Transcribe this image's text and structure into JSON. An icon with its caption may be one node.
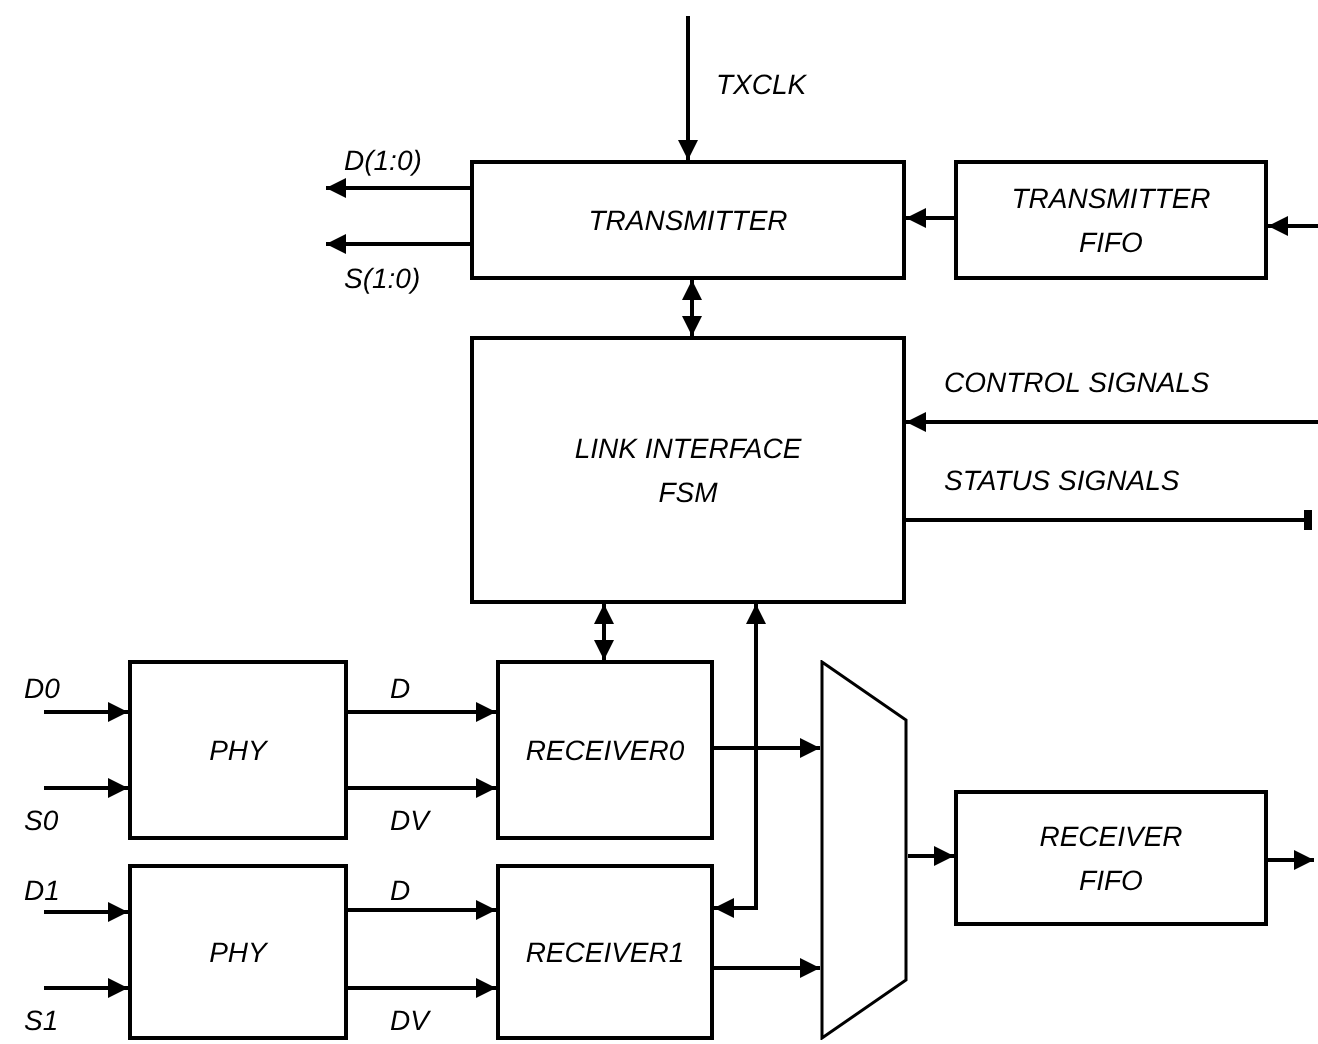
{
  "diagram": {
    "nodes": [
      {
        "text": [
          "TRANSMITTER"
        ]
      },
      {
        "text": [
          "TRANSMITTER FIFO"
        ]
      },
      {
        "text": [
          "LINK INTERFACE FSM"
        ]
      },
      {
        "text": [
          "PHY"
        ]
      },
      {
        "text": [
          "RECEIVER0"
        ]
      },
      {
        "text": [
          "PHY"
        ]
      },
      {
        "text": [
          "RECEIVER1"
        ]
      },
      {
        "text": [],
        "shape": "trapezoid"
      },
      {
        "text": [
          "RECEIVER FIFO"
        ]
      }
    ],
    "edges": [
      {
        "from": null,
        "to": 0,
        "arrow": "to",
        "label": "TXCLK"
      },
      {
        "from": 0,
        "to": null,
        "arrow": "to",
        "label": "D(1:0)"
      },
      {
        "from": 0,
        "to": null,
        "arrow": "to",
        "label": "S(1:0)"
      },
      {
        "from": 1,
        "to": 0,
        "arrow": "to"
      },
      {
        "from": null,
        "to": 1,
        "arrow": "to"
      },
      {
        "from": 0,
        "to": 2,
        "arrow": "both"
      },
      {
        "from": null,
        "to": 2,
        "arrow": "to",
        "label": "CONTROL SIGNALS"
      },
      {
        "from": 2,
        "to": null,
        "arrow": "other",
        "label": "STATUS SIGNALS"
      },
      {
        "from": 2,
        "to": 4,
        "arrow": "both"
      },
      {
        "from": 2,
        "to": 6,
        "arrow": "both"
      },
      {
        "from": null,
        "to": 3,
        "arrow": "to",
        "label": "D0"
      },
      {
        "from": null,
        "to": 3,
        "arrow": "to",
        "label": "S0"
      },
      {
        "from": 3,
        "to": 4,
        "arrow": "to",
        "label": "D"
      },
      {
        "from": 3,
        "to": 4,
        "arrow": "to",
        "label": "DV"
      },
      {
        "from": 4,
        "to": 7,
        "arrow": "to"
      },
      {
        "from": null,
        "to": 5,
        "arrow": "to",
        "label": "D1"
      },
      {
        "from": null,
        "to": 5,
        "arrow": "to",
        "label": "S1"
      },
      {
        "from": 5,
        "to": 6,
        "arrow": "to",
        "label": "D"
      },
      {
        "from": 5,
        "to": 6,
        "arrow": "to",
        "label": "DV"
      },
      {
        "from": 6,
        "to": 7,
        "arrow": "to"
      },
      {
        "from": 7,
        "to": 8,
        "arrow": "to"
      },
      {
        "from": 8,
        "to": null,
        "arrow": "to"
      }
    ]
  }
}
